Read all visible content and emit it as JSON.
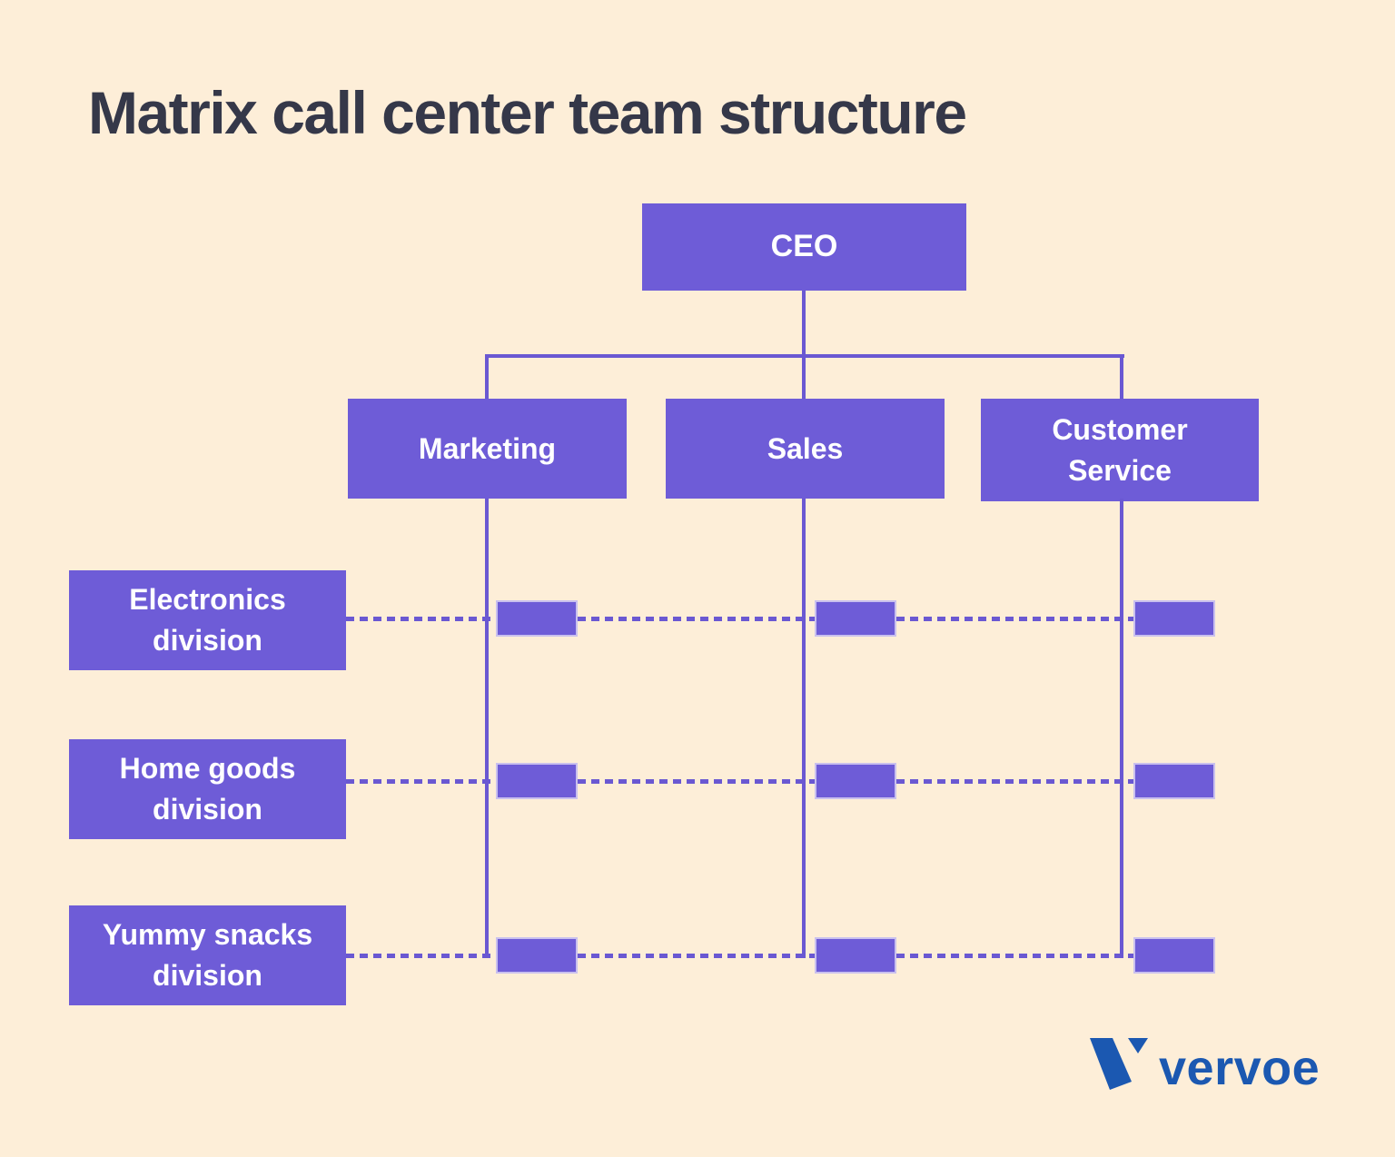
{
  "title": "Matrix call center team structure",
  "org_chart": {
    "type": "matrix-org-chart",
    "ceo": "CEO",
    "departments": [
      "Marketing",
      "Sales",
      "Customer Service"
    ],
    "divisions": [
      "Electronics division",
      "Home goods division",
      "Yummy snacks division"
    ],
    "matrix_links": "each division row crosses each department column at a small connector node"
  },
  "colors": {
    "background": "#fdeed8",
    "box_purple": "#6e5cd7",
    "line_purple": "#6a58d2",
    "node_border": "#c9c0ee",
    "title_text": "#353849",
    "box_text": "#ffffff",
    "logo_blue": "#1b58b1"
  },
  "branding": {
    "logo_text": "vervoe",
    "logo_icon": "vervoe-v-icon"
  }
}
